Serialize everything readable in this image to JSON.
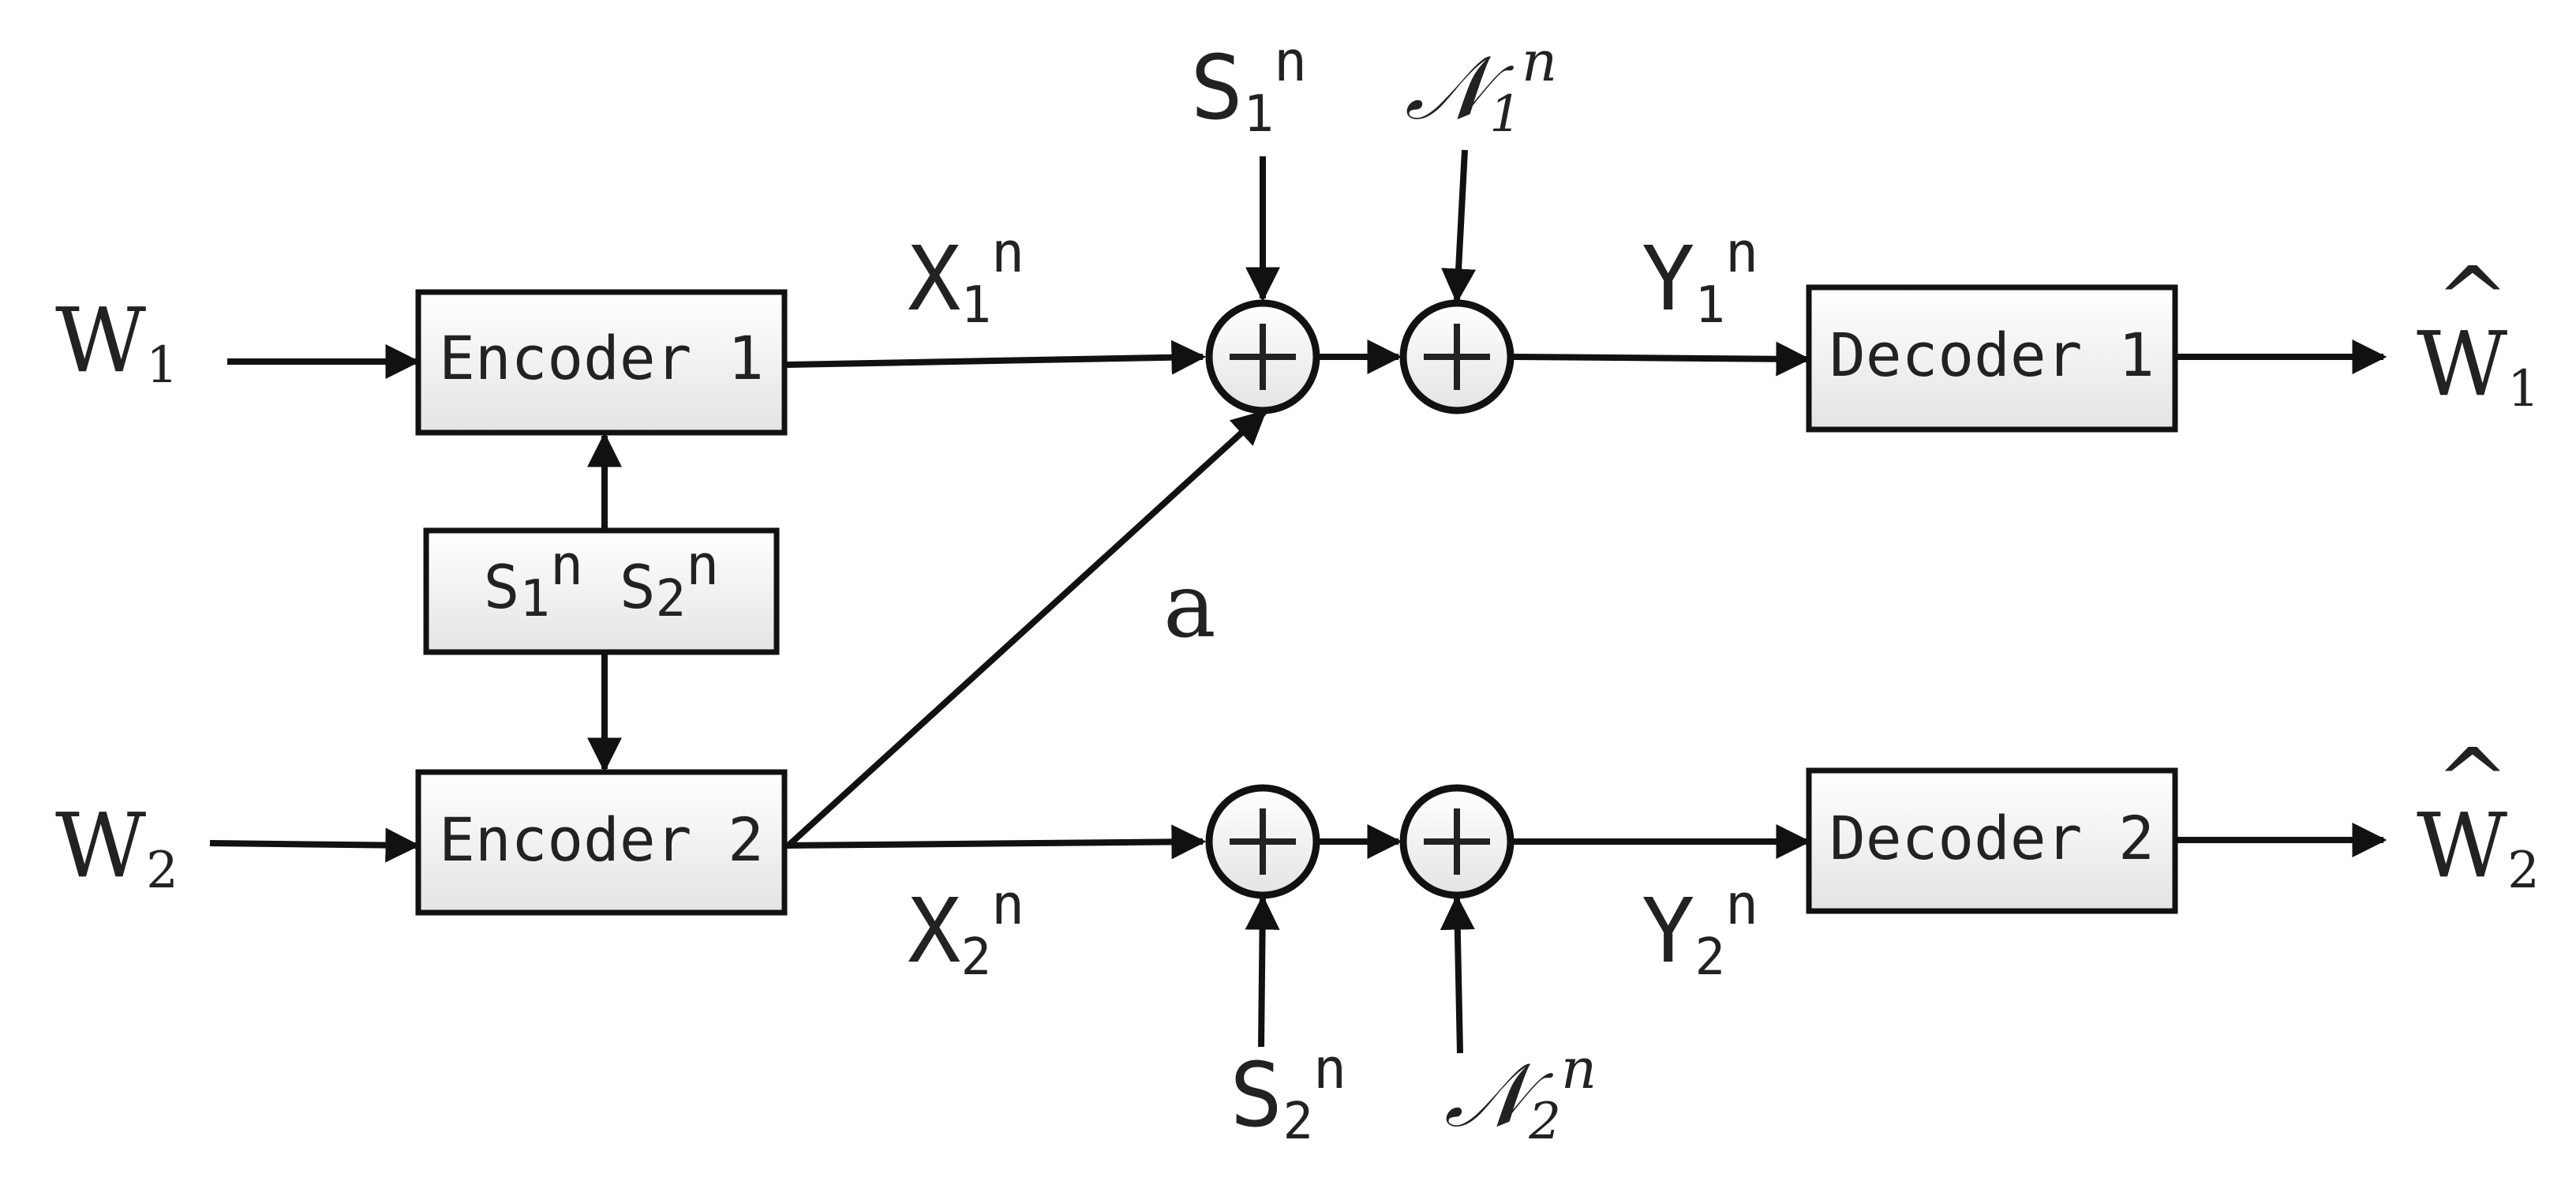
{
  "encoder1": "Encoder 1",
  "encoder2": "Encoder 2",
  "decoder1": "Decoder 1",
  "decoder2": "Decoder 2",
  "state_box": {
    "s1": "S",
    "s1_sub": "1",
    "s1_sup": "n",
    "s2": "S",
    "s2_sub": "2",
    "s2_sup": "n"
  },
  "inputs": {
    "w1": {
      "base": "W",
      "sub": "1"
    },
    "w2": {
      "base": "W",
      "sub": "2"
    }
  },
  "outputs": {
    "w1_hat": {
      "base": "W",
      "sub": "1",
      "hat": "^"
    },
    "w2_hat": {
      "base": "W",
      "sub": "2",
      "hat": "^"
    }
  },
  "signals": {
    "x1": {
      "base": "X",
      "sub": "1",
      "sup": "n"
    },
    "x2": {
      "base": "X",
      "sub": "2",
      "sup": "n"
    },
    "y1": {
      "base": "Y",
      "sub": "1",
      "sup": "n"
    },
    "y2": {
      "base": "Y",
      "sub": "2",
      "sup": "n"
    },
    "s1": {
      "base": "S",
      "sub": "1",
      "sup": "n"
    },
    "s2": {
      "base": "S",
      "sub": "2",
      "sup": "n"
    },
    "n1": {
      "base": "𝒩",
      "sub": "1",
      "sup": "n"
    },
    "n2": {
      "base": "𝒩",
      "sub": "2",
      "sup": "n"
    }
  },
  "cross_gain": "a"
}
